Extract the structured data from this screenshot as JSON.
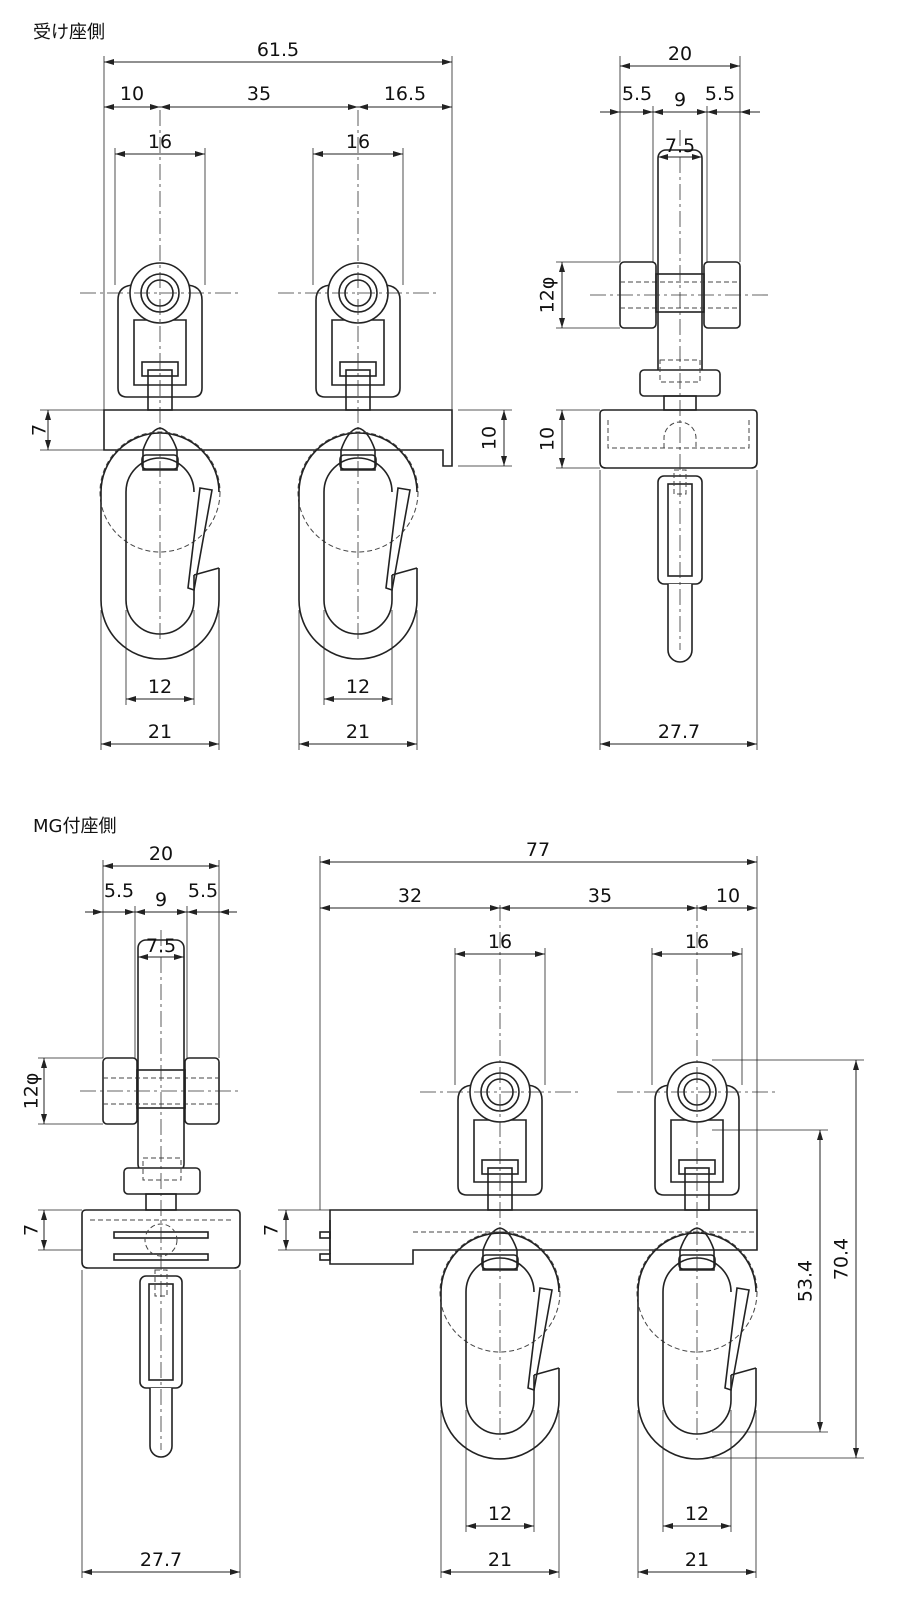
{
  "sections": {
    "receiver": {
      "title": "受け座側"
    },
    "mg": {
      "title": "MG付座側"
    }
  },
  "dims": {
    "r_total": "61.5",
    "r_left": "10",
    "r_pitch": "35",
    "r_right": "16.5",
    "r_w16a": "16",
    "r_w16b": "16",
    "r_plate": "7",
    "r_bracket": "10",
    "r_hook12a": "12",
    "r_hook21a": "21",
    "r_hook12b": "12",
    "r_hook21b": "21",
    "rs_width": "20",
    "rs_55a": "5.5",
    "rs_9": "9",
    "rs_55b": "5.5",
    "rs_75": "7.5",
    "rs_phi": "12φ",
    "rs_10": "10",
    "rs_277": "27.7",
    "ms_width": "20",
    "ms_55a": "5.5",
    "ms_9": "9",
    "ms_55b": "5.5",
    "ms_75": "7.5",
    "ms_phi": "12φ",
    "ms_7": "7",
    "ms_277": "27.7",
    "m_total": "77",
    "m_left": "32",
    "m_pitch": "35",
    "m_right": "10",
    "m_w16a": "16",
    "m_w16b": "16",
    "m_plate": "7",
    "m_534": "53.4",
    "m_704": "70.4",
    "m_hook12a": "12",
    "m_hook21a": "21",
    "m_hook12b": "12",
    "m_hook21b": "21"
  }
}
